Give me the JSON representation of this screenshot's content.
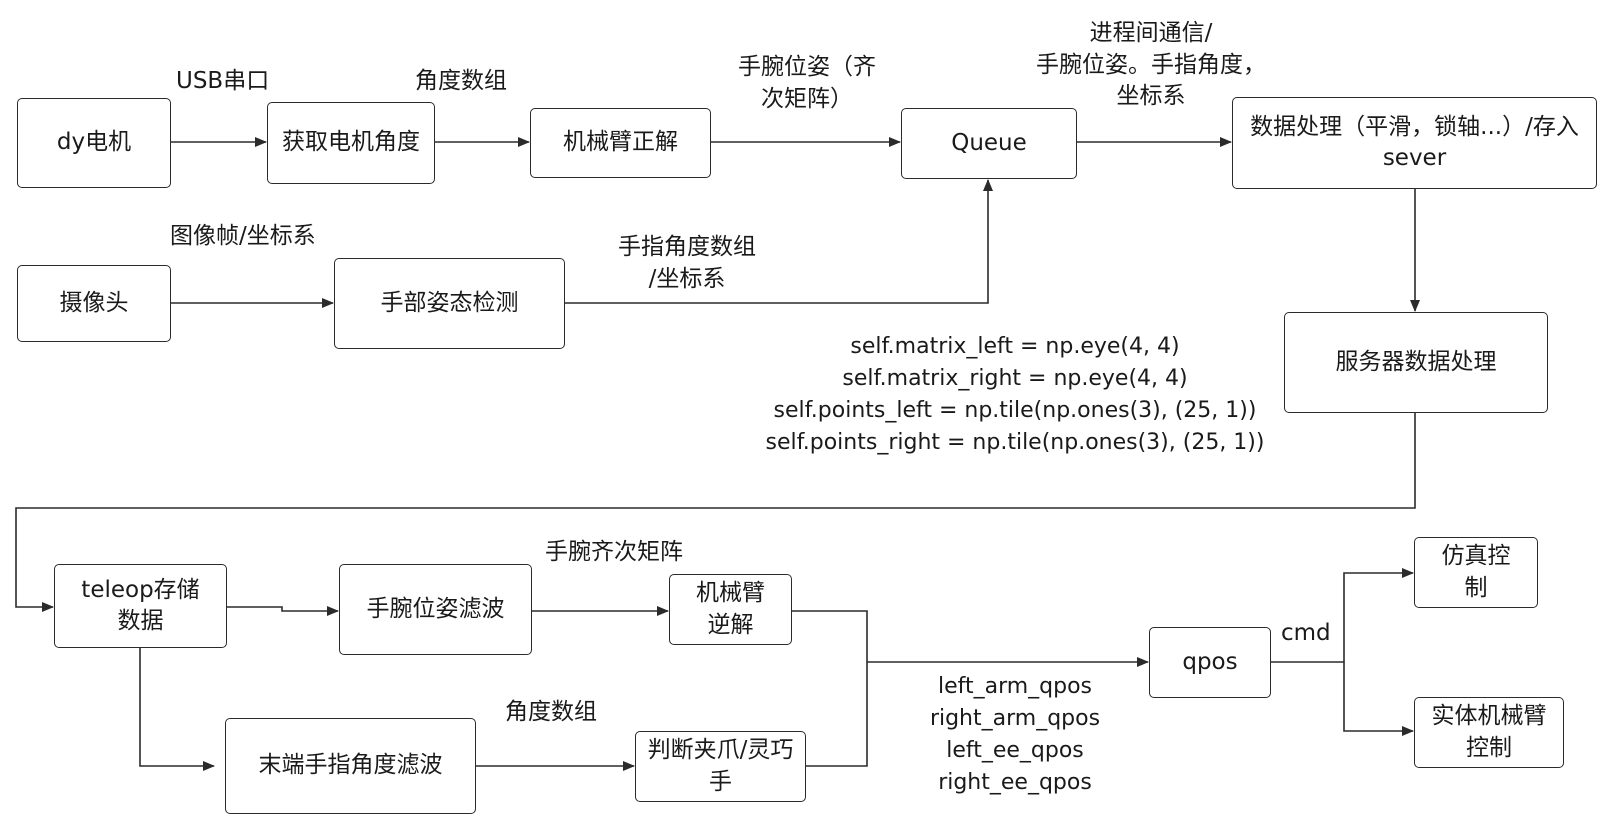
{
  "nodes": {
    "dy_motor": "dy电机",
    "get_motor_angle": "获取电机角度",
    "arm_fk": "机械臂正解",
    "queue": "Queue",
    "data_processing": "数据处理（平滑，锁轴...）/存入sever",
    "camera": "摄像头",
    "hand_pose_detect": "手部姿态检测",
    "server_processing": "服务器数据处理",
    "teleop_store": "teleop存储数据",
    "wrist_filter": "手腕位姿滤波",
    "arm_ik": "机械臂逆解",
    "finger_filter": "末端手指角度滤波",
    "gripper_judge": "判断夹爪/灵巧手",
    "qpos": "qpos",
    "sim_control": "仿真控制",
    "real_arm_control": "实体机械臂控制"
  },
  "edge_labels": {
    "usb_serial": "USB串口",
    "angle_array_top": "角度数组",
    "wrist_pose_matrix_l1": "手腕位姿（齐",
    "wrist_pose_matrix_l2": "次矩阵）",
    "ipc_l1": "进程间通信/",
    "ipc_l2": "手腕位姿。手指角度，",
    "ipc_l3": "坐标系",
    "image_frame": "图像帧/坐标系",
    "finger_angle_l1": "手指角度数组",
    "finger_angle_l2": "/坐标系",
    "wrist_homogeneous": "手腕齐次矩阵",
    "angle_array_bottom": "角度数组",
    "cmd": "cmd"
  },
  "code_lines": [
    "self.matrix_left = np.eye(4, 4)",
    "self.matrix_right = np.eye(4, 4)",
    "self.points_left = np.tile(np.ones(3), (25, 1))",
    "self.points_right = np.tile(np.ones(3), (25, 1))"
  ],
  "qpos_lines": [
    "left_arm_qpos",
    "right_arm_qpos",
    "left_ee_qpos",
    "right_ee_qpos"
  ],
  "colors": {
    "line": "#2b2b2b",
    "text": "#1a1a1a",
    "background": "#ffffff"
  }
}
